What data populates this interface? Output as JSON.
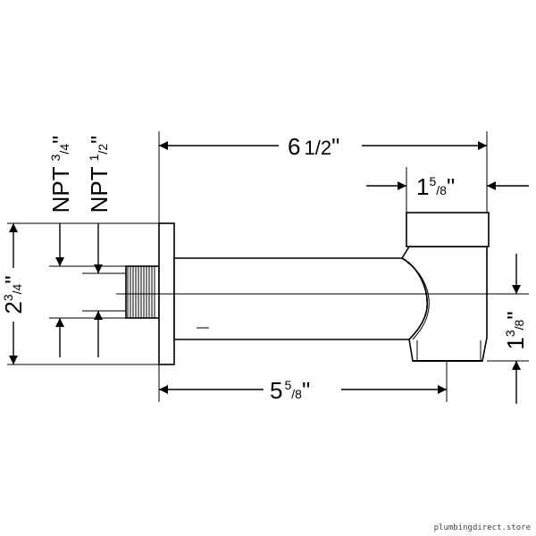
{
  "dimensions": {
    "overall_length": {
      "whole": "6",
      "frac": "1/2",
      "unit": "\""
    },
    "outlet_width": {
      "whole": "1",
      "num": "5",
      "den": "8",
      "unit": "\""
    },
    "wall_to_outlet": {
      "whole": "5",
      "num": "5",
      "den": "8",
      "unit": "\""
    },
    "flange_height": {
      "whole": "2",
      "num": "3",
      "den": "4",
      "unit": "\""
    },
    "outlet_height": {
      "whole": "1",
      "num": "3",
      "den": "8",
      "unit": "\""
    }
  },
  "thread_labels": {
    "npt_large": {
      "prefix": "NPT",
      "num": "3",
      "den": "4",
      "unit": "\""
    },
    "npt_small": {
      "prefix": "NPT",
      "num": "1",
      "den": "2",
      "unit": "\""
    }
  },
  "watermark": "plumbingdirect.store"
}
